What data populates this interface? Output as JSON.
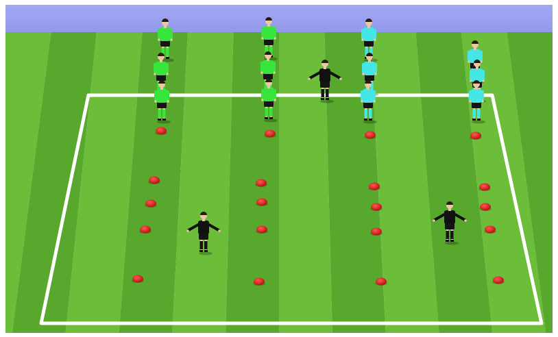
{
  "colors": {
    "sky": "#9a9ff0",
    "grass_light": "#6cbd3a",
    "grass_dark": "#57a82c",
    "lines": "#ffffff",
    "cone": "#e0181b",
    "team_green": "#37e53c",
    "team_cyan": "#44e6e6",
    "coach": "#111111"
  },
  "pitch": {
    "stripe_count": 12
  },
  "teams": [
    {
      "name": "green",
      "color_key": "team_green",
      "player_count": 6
    },
    {
      "name": "cyan",
      "color_key": "team_cyan",
      "player_count": 6
    }
  ],
  "coaches": {
    "count": 3
  },
  "cones": {
    "count": 20,
    "columns": 4
  }
}
